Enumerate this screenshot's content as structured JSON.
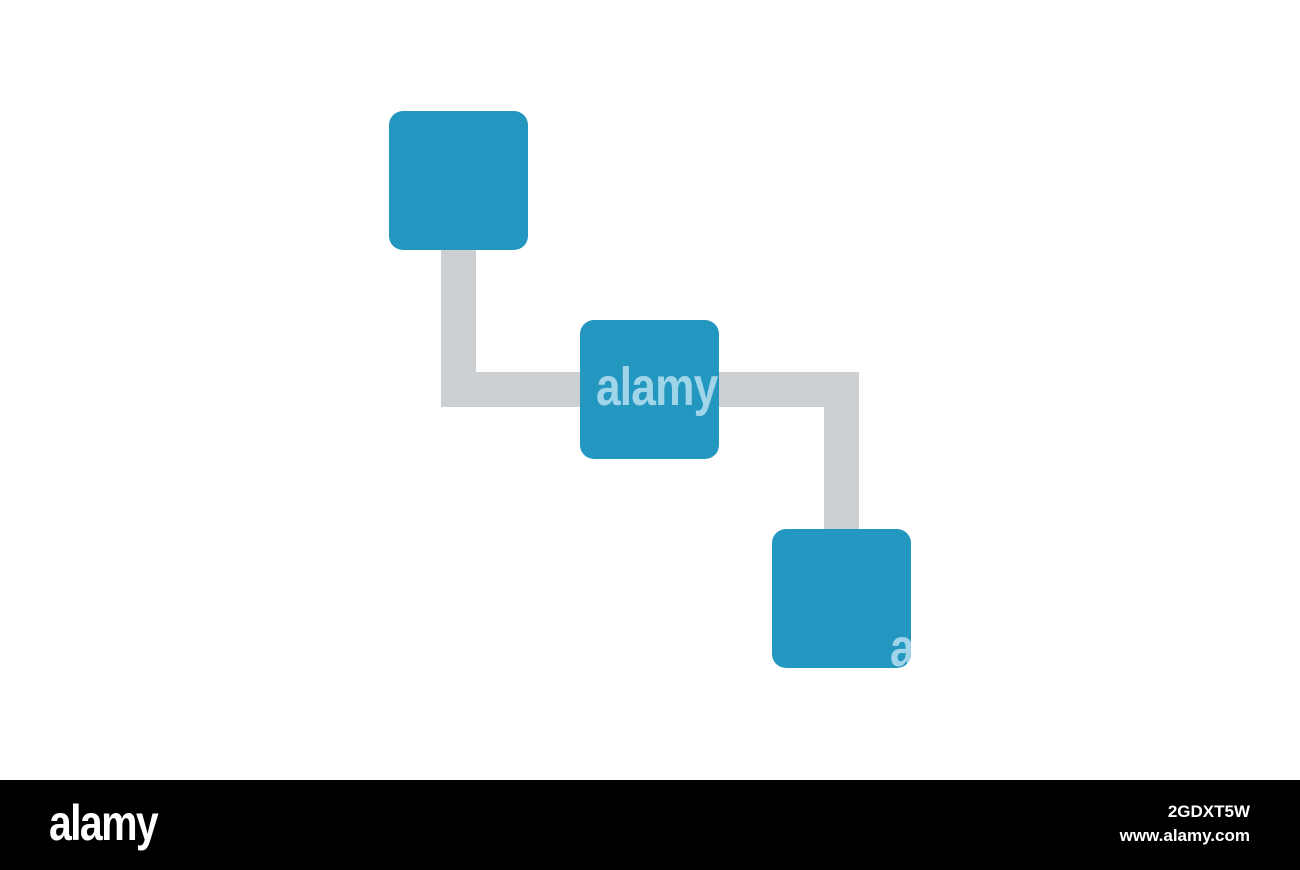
{
  "diagram": {
    "node_color": "#2397bf",
    "connector_color": "#cdd0d3",
    "nodes": [
      {
        "id": "node-top",
        "label": ""
      },
      {
        "id": "node-middle",
        "label": ""
      },
      {
        "id": "node-bottom",
        "label": ""
      }
    ],
    "watermark_text": "alamy",
    "watermark_partial": "a",
    "watermark_color": "#9fd4e9"
  },
  "footer": {
    "logo": "alamy",
    "image_id": "2GDXT5W",
    "url": "www.alamy.com"
  }
}
